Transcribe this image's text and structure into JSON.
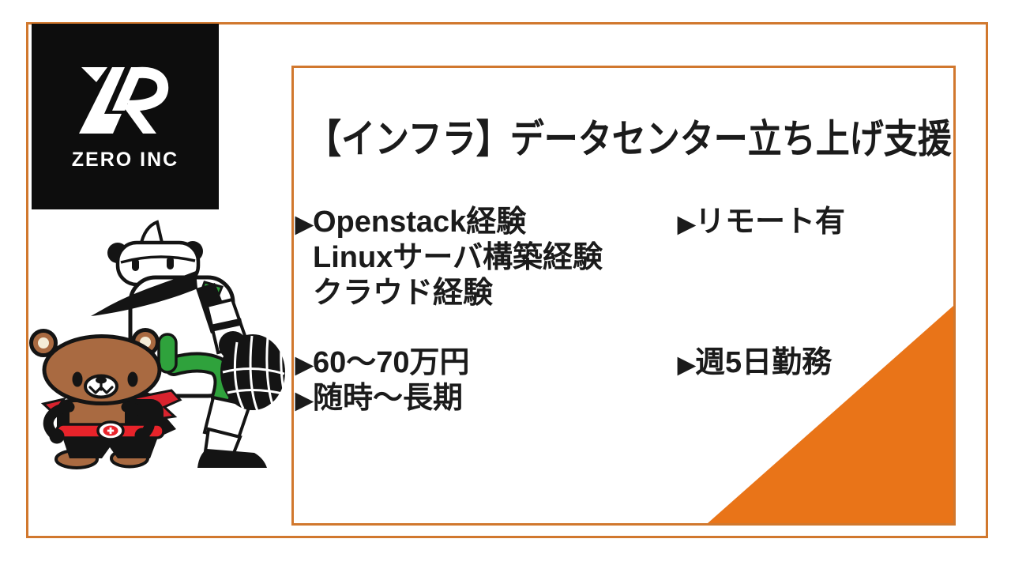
{
  "logo": {
    "company_name": "ZERO INC"
  },
  "job": {
    "title": "【インフラ】データセンター立ち上げ支援",
    "bullet": "▶",
    "skills": {
      "items": [
        "Openstack経験",
        "Linuxサーバ構築経験",
        "クラウド経験"
      ]
    },
    "remote": "リモート有",
    "rate": "60～70万円",
    "period": "随時～長期",
    "schedule": "週5日勤務"
  },
  "colors": {
    "accent_orange": "#E97418",
    "frame_orange": "#D1782E",
    "logo_black": "#0D0D0D",
    "bear_brown": "#A96A41",
    "ear_cream": "#F4ECD7",
    "robot_green": "#2FA23C",
    "cape_red": "#D8232E",
    "belt_red": "#E8232A",
    "text_black": "#1B1B1B"
  }
}
